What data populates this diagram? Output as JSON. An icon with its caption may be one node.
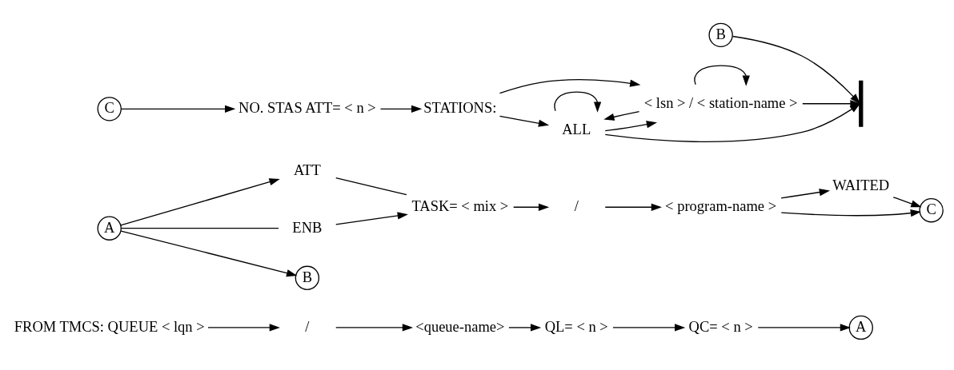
{
  "diagram": {
    "nodes": [
      {
        "text": [
          "FROM TMCS: QUEUE < lqn >"
        ]
      },
      {
        "text": [
          "/"
        ]
      },
      {
        "text": [
          "<queue-name>"
        ]
      },
      {
        "text": [
          "QL= < n >"
        ]
      },
      {
        "text": [
          "QC= < n >"
        ]
      },
      {
        "text": [
          "A"
        ]
      },
      {
        "text": [
          "A"
        ]
      },
      {
        "text": [
          "ATT"
        ]
      },
      {
        "text": [
          "ENB"
        ]
      },
      {
        "text": [
          "TASK= < mix >"
        ]
      },
      {
        "text": [
          "/"
        ]
      },
      {
        "text": [
          "< program-name >"
        ]
      },
      {
        "text": [
          "WAITED"
        ]
      },
      {
        "text": [
          "B"
        ]
      },
      {
        "text": [
          "C"
        ]
      },
      {
        "text": [
          "B"
        ]
      },
      {
        "text": [
          "C"
        ]
      },
      {
        "text": [
          "NO. STAS ATT= < n >"
        ]
      },
      {
        "text": [
          "STATIONS:"
        ]
      },
      {
        "text": [
          "ALL"
        ]
      },
      {
        "text": [
          "< lsn > / < station-name >"
        ]
      },
      {
        "text": [],
        "shape": "bar"
      }
    ],
    "edges": [
      {
        "from": 0,
        "to": 1,
        "arrow": "to"
      },
      {
        "from": 1,
        "to": 2,
        "arrow": "to"
      },
      {
        "from": 2,
        "to": 3,
        "arrow": "to"
      },
      {
        "from": 3,
        "to": 4,
        "arrow": "to"
      },
      {
        "from": 4,
        "to": 5,
        "arrow": "to"
      },
      {
        "from": 6,
        "to": 13,
        "arrow": "to"
      },
      {
        "from": 6,
        "to": 7,
        "arrow": "to"
      },
      {
        "from": 6,
        "to": 8,
        "arrow": "none"
      },
      {
        "from": 7,
        "to": 9,
        "arrow": "none"
      },
      {
        "from": 8,
        "to": 9,
        "arrow": "to"
      },
      {
        "from": 9,
        "to": 10,
        "arrow": "to"
      },
      {
        "from": 10,
        "to": 11,
        "arrow": "to"
      },
      {
        "from": 11,
        "to": 14,
        "arrow": "to"
      },
      {
        "from": 11,
        "to": 12,
        "arrow": "to"
      },
      {
        "from": 12,
        "to": 14,
        "arrow": "to"
      },
      {
        "from": 15,
        "to": 21,
        "arrow": "to"
      },
      {
        "from": 16,
        "to": 17,
        "arrow": "to"
      },
      {
        "from": 17,
        "to": 18,
        "arrow": "to"
      },
      {
        "from": 18,
        "to": 19,
        "arrow": "to"
      },
      {
        "from": 18,
        "to": 20,
        "arrow": "to"
      },
      {
        "from": 19,
        "to": 21,
        "arrow": "to"
      },
      {
        "from": 20,
        "to": 21,
        "arrow": "to"
      },
      {
        "from": 19,
        "to": 19,
        "arrow": "to"
      },
      {
        "from": 19,
        "to": 20,
        "arrow": "to"
      },
      {
        "from": 20,
        "to": 19,
        "arrow": "to"
      },
      {
        "from": 20,
        "to": 20,
        "arrow": "to"
      }
    ]
  }
}
